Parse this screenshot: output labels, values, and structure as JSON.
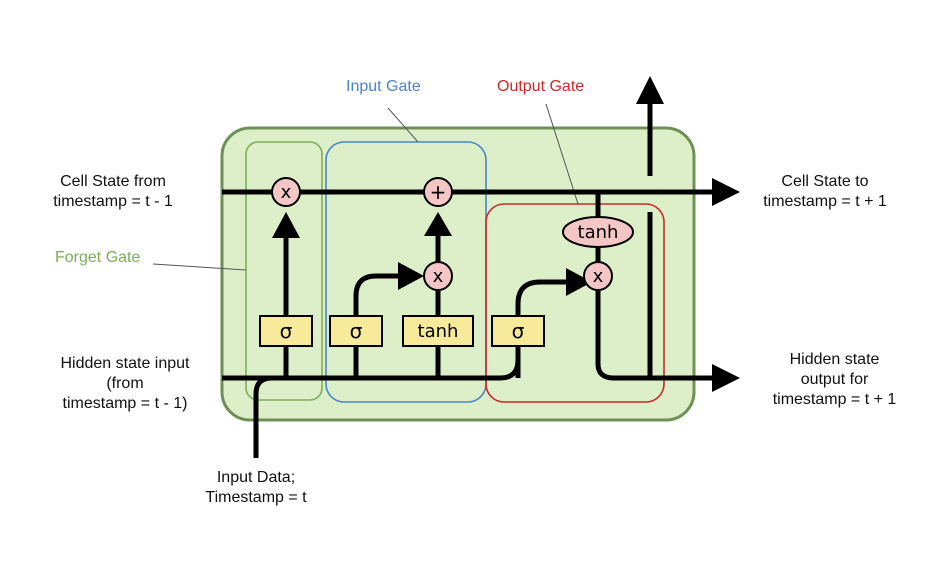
{
  "labels": {
    "cell_state_in": [
      "Cell State from",
      "timestamp = t - 1"
    ],
    "cell_state_out": [
      "Cell State to",
      "timestamp = t + 1"
    ],
    "hidden_in": [
      "Hidden state input",
      "(from",
      "timestamp =  t - 1)"
    ],
    "hidden_out": [
      "Hidden state",
      "output for",
      "timestamp = t + 1"
    ],
    "input_data": [
      "Input Data;",
      "Timestamp = t"
    ],
    "forget_gate": "Forget Gate",
    "input_gate": "Input Gate",
    "output_gate": "Output Gate"
  },
  "nodes": {
    "mult_forget": "x",
    "add_cell": "+",
    "mult_input": "x",
    "mult_output": "x",
    "tanh_output": "tanh"
  },
  "layers": {
    "sigma_forget": "σ",
    "sigma_input": "σ",
    "tanh_input": "tanh",
    "sigma_output": "σ"
  },
  "colors": {
    "cell_fill": "#dcefc8",
    "cell_border": "#6f8f55",
    "forget_gate": "#7fae5a",
    "input_gate": "#4a86c6",
    "output_gate": "#cc2a2a",
    "op_fill": "#f4c6c6",
    "layer_fill": "#f7ea9a",
    "line": "#000000"
  }
}
